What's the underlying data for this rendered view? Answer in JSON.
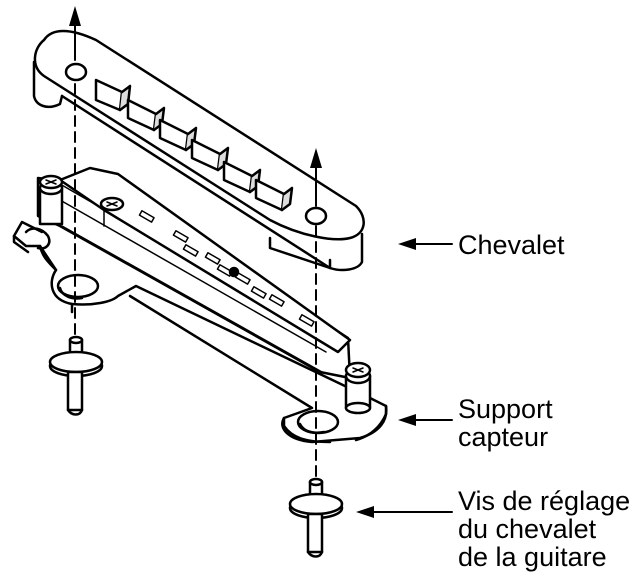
{
  "labels": {
    "bridge": "Chevalet",
    "support_line1": "Support",
    "support_line2": "capteur",
    "screws_line1": "Vis de réglage",
    "screws_line2": "du chevalet",
    "screws_line3": "de la guitare"
  },
  "colors": {
    "ink": "#000000",
    "paper": "#ffffff",
    "shade": "#d9d9d9"
  }
}
